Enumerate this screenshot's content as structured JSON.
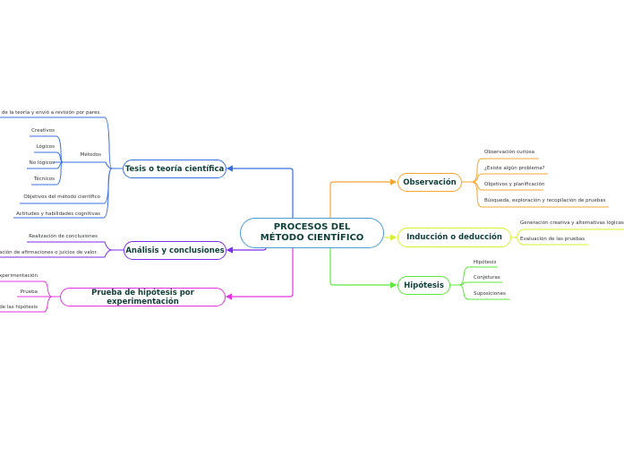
{
  "central": {
    "title": "PROCESOS DEL MÉTODO CIENTÍFICO",
    "color": "#4a9bd6"
  },
  "branches": {
    "tesis": {
      "label": "Tesis o teoría científica",
      "color": "#3b6fe0",
      "items": [
        "de la teoría y envió a revisión por pares.",
        "Métodos",
        "Objetivos del método científico",
        "Actitudes y habilidades cognitivas"
      ],
      "metodos": [
        "Creativos",
        "Lógicos",
        "No lógicos",
        "Técnicos"
      ]
    },
    "analisis": {
      "label": "Análisis y conclusiones",
      "color": "#7b2ee8",
      "items": [
        "Realización de conclusiones",
        "ación de afirmaciones o juicios de valor."
      ]
    },
    "prueba": {
      "label": "Prueba de hipótesis por experimentación",
      "color": "#e535e0",
      "items": [
        "xperimentación",
        "Prueba",
        "de las hipótesis"
      ]
    },
    "observacion": {
      "label": "Observación",
      "color": "#f7a531",
      "items": [
        "Observación curiosa",
        "¿Existe algún problema?",
        "Objetivos y planificación",
        "Búsqueda, exploración y recopilación de pruebas"
      ]
    },
    "induccion": {
      "label": "Inducción o deducción",
      "color": "#d7f032",
      "items": [
        "Generación creativa y alternativas lógicas",
        "Evaluación de las pruebas"
      ]
    },
    "hipotesis": {
      "label": "Hipótesis",
      "color": "#5ce83a",
      "items": [
        "Hipótesis",
        "Conjeturas",
        "Suposiciones"
      ]
    }
  }
}
